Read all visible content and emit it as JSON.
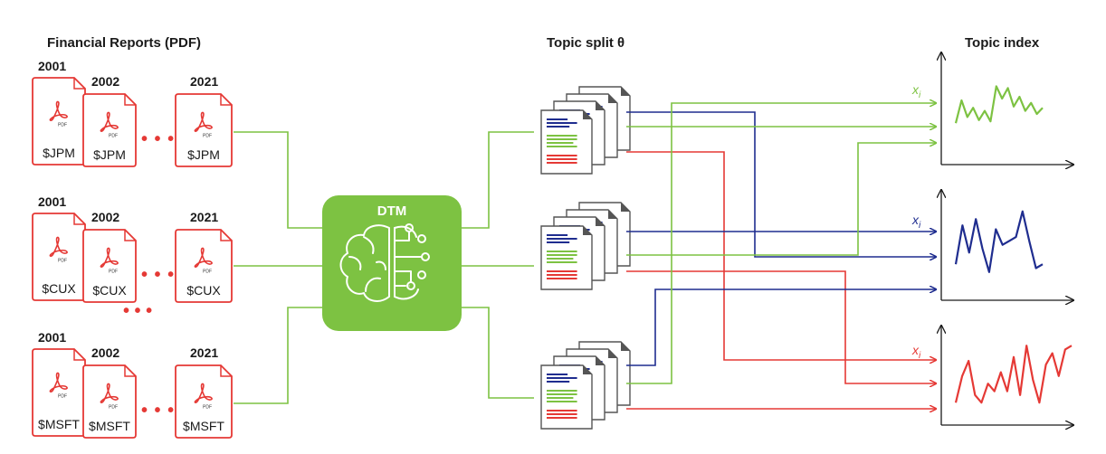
{
  "titles": {
    "reports": "Financial Reports (PDF)",
    "topic_split": "Topic split θ",
    "topic_index": "Topic index"
  },
  "companies": [
    {
      "ticker": "$JPM",
      "year_first": "2001",
      "year_second": "2002",
      "year_last": "2021"
    },
    {
      "ticker": "$CUX",
      "year_first": "2001",
      "year_second": "2002",
      "year_last": "2021"
    },
    {
      "ticker": "$MSFT",
      "year_first": "2001",
      "year_second": "2002",
      "year_last": "2021"
    }
  ],
  "pdf_tag": "PDF",
  "ellipsis": "• • •",
  "vertical_ellipsis": "• • •",
  "model_label": "DTM",
  "index_label": "x",
  "index_sub": "i",
  "colors": {
    "green": "#7dc242",
    "blue": "#1f2d8f",
    "red": "#e53935",
    "pdf_red": "#e53935",
    "dtm_bg": "#7dc242",
    "doc_gray": "#555555"
  },
  "series": {
    "green": [
      0.35,
      0.72,
      0.45,
      0.6,
      0.4,
      0.55,
      0.38,
      0.95,
      0.75,
      0.92,
      0.62,
      0.78,
      0.55,
      0.68,
      0.5,
      0.6
    ],
    "blue": [
      0.3,
      0.8,
      0.45,
      0.88,
      0.5,
      0.2,
      0.75,
      0.55,
      0.6,
      0.65,
      0.98,
      0.6,
      0.25,
      0.3
    ],
    "red": [
      0.2,
      0.55,
      0.75,
      0.3,
      0.2,
      0.45,
      0.35,
      0.6,
      0.35,
      0.8,
      0.3,
      0.95,
      0.5,
      0.2,
      0.7,
      0.85,
      0.55,
      0.9,
      0.95
    ]
  }
}
